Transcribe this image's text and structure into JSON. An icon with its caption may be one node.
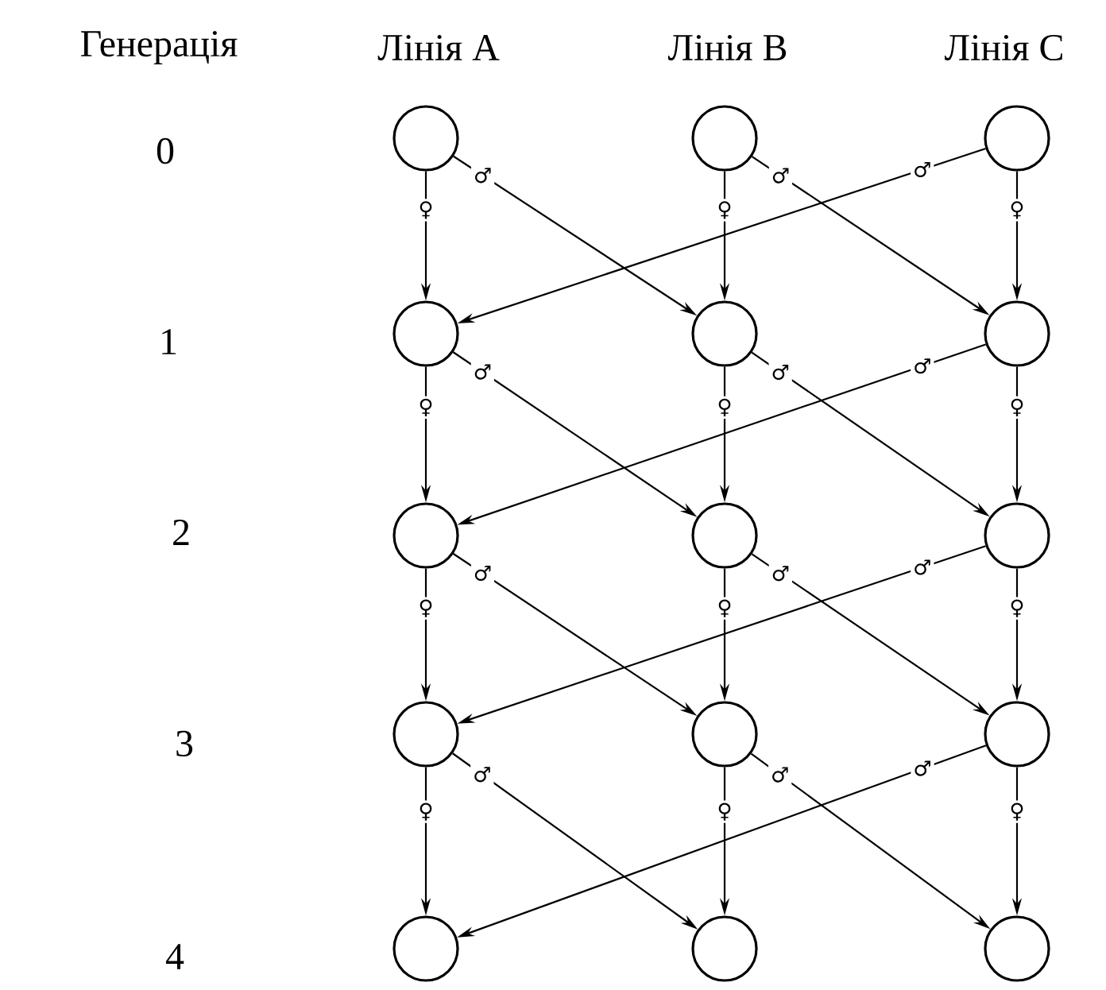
{
  "diagram": {
    "nodes": [
      {
        "text": [],
        "shape": "circle"
      },
      {
        "text": [],
        "shape": "circle"
      },
      {
        "text": [],
        "shape": "circle"
      },
      {
        "text": [],
        "shape": "circle"
      },
      {
        "text": [],
        "shape": "circle"
      },
      {
        "text": [],
        "shape": "circle"
      },
      {
        "text": [],
        "shape": "circle"
      },
      {
        "text": [],
        "shape": "circle"
      },
      {
        "text": [],
        "shape": "circle"
      },
      {
        "text": [],
        "shape": "circle"
      },
      {
        "text": [],
        "shape": "circle"
      },
      {
        "text": [],
        "shape": "circle"
      },
      {
        "text": [],
        "shape": "circle"
      },
      {
        "text": [],
        "shape": "circle"
      },
      {
        "text": [],
        "shape": "circle"
      }
    ],
    "edges": [
      {
        "from": 0,
        "to": 3,
        "arrow": "to",
        "label": "♀"
      },
      {
        "from": 1,
        "to": 4,
        "arrow": "to",
        "label": "♀"
      },
      {
        "from": 2,
        "to": 5,
        "arrow": "to",
        "label": "♀"
      },
      {
        "from": 0,
        "to": 4,
        "arrow": "to",
        "label": "♂"
      },
      {
        "from": 1,
        "to": 5,
        "arrow": "to",
        "label": "♂"
      },
      {
        "from": 2,
        "to": 3,
        "arrow": "to",
        "label": "♂"
      },
      {
        "from": 3,
        "to": 6,
        "arrow": "to",
        "label": "♀"
      },
      {
        "from": 4,
        "to": 7,
        "arrow": "to",
        "label": "♀"
      },
      {
        "from": 5,
        "to": 8,
        "arrow": "to",
        "label": "♀"
      },
      {
        "from": 3,
        "to": 7,
        "arrow": "to",
        "label": "♂"
      },
      {
        "from": 4,
        "to": 8,
        "arrow": "to",
        "label": "♂"
      },
      {
        "from": 5,
        "to": 6,
        "arrow": "to",
        "label": "♂"
      },
      {
        "from": 6,
        "to": 9,
        "arrow": "to",
        "label": "♀"
      },
      {
        "from": 7,
        "to": 10,
        "arrow": "to",
        "label": "♀"
      },
      {
        "from": 8,
        "to": 11,
        "arrow": "to",
        "label": "♀"
      },
      {
        "from": 6,
        "to": 10,
        "arrow": "to",
        "label": "♂"
      },
      {
        "from": 7,
        "to": 11,
        "arrow": "to",
        "label": "♂"
      },
      {
        "from": 8,
        "to": 9,
        "arrow": "to",
        "label": "♂"
      },
      {
        "from": 9,
        "to": 12,
        "arrow": "to",
        "label": "♀"
      },
      {
        "from": 10,
        "to": 13,
        "arrow": "to",
        "label": "♀"
      },
      {
        "from": 11,
        "to": 14,
        "arrow": "to",
        "label": "♀"
      },
      {
        "from": 9,
        "to": 13,
        "arrow": "to",
        "label": "♂"
      },
      {
        "from": 10,
        "to": 14,
        "arrow": "to",
        "label": "♂"
      },
      {
        "from": 11,
        "to": 12,
        "arrow": "to",
        "label": "♂"
      }
    ],
    "labels": [
      "Генерація",
      "Лінія A",
      "Лінія B",
      "Лінія C",
      "0",
      "1",
      "2",
      "3",
      "4"
    ]
  }
}
